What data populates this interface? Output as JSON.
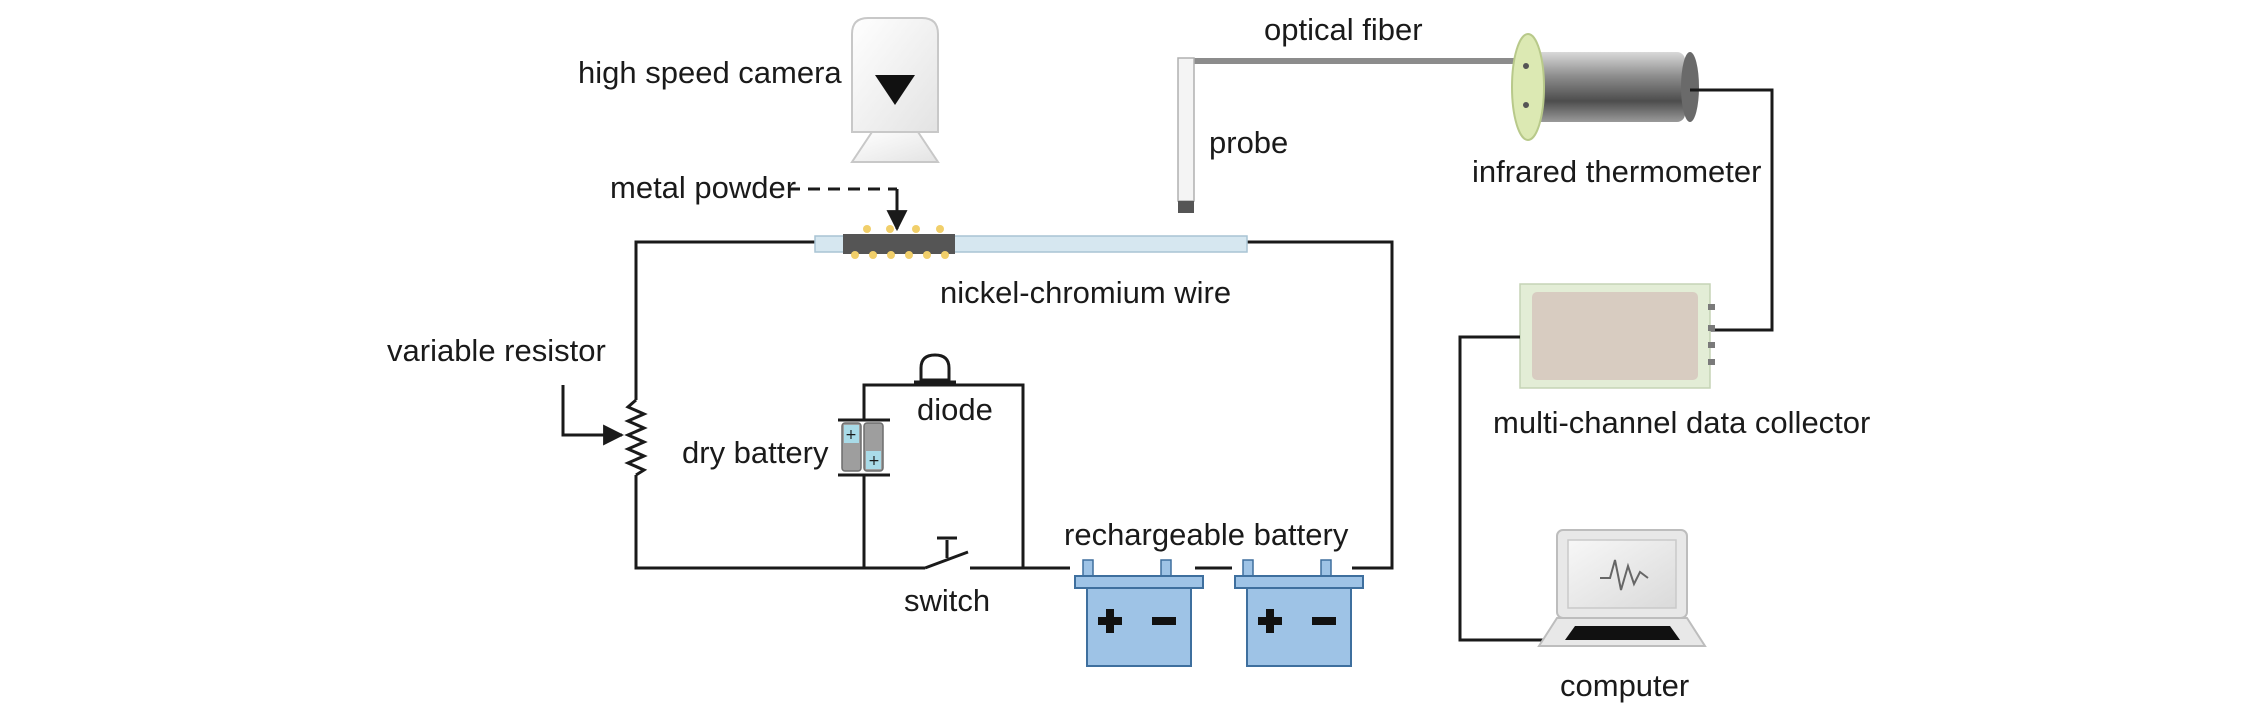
{
  "labels": {
    "high_speed_camera": "high speed camera",
    "metal_powder": "metal powder",
    "optical_fiber": "optical fiber",
    "probe": "probe",
    "infrared_thermometer": "infrared thermometer",
    "nickel_chromium_wire": "nickel-chromium wire",
    "variable_resistor": "variable resistor",
    "diode": "diode",
    "dry_battery": "dry battery",
    "multi_channel_data_collector": "multi-channel data collector",
    "rechargeable_battery": "rechargeable battery",
    "switch": "switch",
    "computer": "computer"
  },
  "colors": {
    "wire": "#1a1a1a",
    "nichrome_wire": "#d6e7f0",
    "battery_blue": "#9ec3e6",
    "battery_edge": "#3e6f9e",
    "collector_body": "#d8ccc1",
    "collector_frame": "#e3edd6",
    "powder": "#f1cf6a",
    "camera": "#f2f2f2",
    "thermometer_lens": "#dce9b3"
  },
  "icons": {
    "camera": "high-speed-camera-icon",
    "thermometer": "infrared-thermometer-icon",
    "collector": "data-collector-icon",
    "computer": "laptop-icon",
    "battery": "car-battery-icon",
    "dry_battery": "dry-battery-icon",
    "diode": "diode-icon",
    "resistor": "variable-resistor-icon",
    "switch": "switch-icon"
  }
}
